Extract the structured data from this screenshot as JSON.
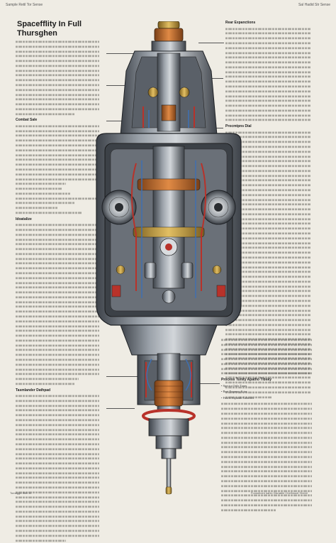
{
  "header": {
    "left_text": "Sample Retil Tor Sense",
    "right_text": "Sal Hadid Str Sense"
  },
  "title": "Spacefflity In Full Thursghen",
  "sections": {
    "left_1_heading": "",
    "left_2_heading": "Combat Sale",
    "left_3_heading": "Idoatalize",
    "left_4_heading": "Tasmlander Dathpad",
    "right_1_heading": "Rear Expanctions",
    "right_2_heading": "Procmtpns Dial",
    "right_3_heading": "Process Tunity Apatho Tibsky"
  },
  "right_bullets": [
    "Spectra Ortle Tanes",
    "Beat Expansy & tas",
    "Fnorts Expansh Calarolls"
  ],
  "footer": {
    "left": "Tomaggo Sikli 11",
    "right": "Foosreloen kahlo Disnable Chelhiouel Sherel"
  },
  "colors": {
    "paper": "#efece4",
    "metal_dark": "#4a4e55",
    "metal_mid": "#8a9099",
    "metal_light": "#c9cdd2",
    "copper": "#c87533",
    "red_wire": "#b8322a",
    "blue_wire": "#3f6fb0",
    "brass": "#c9a24a"
  }
}
